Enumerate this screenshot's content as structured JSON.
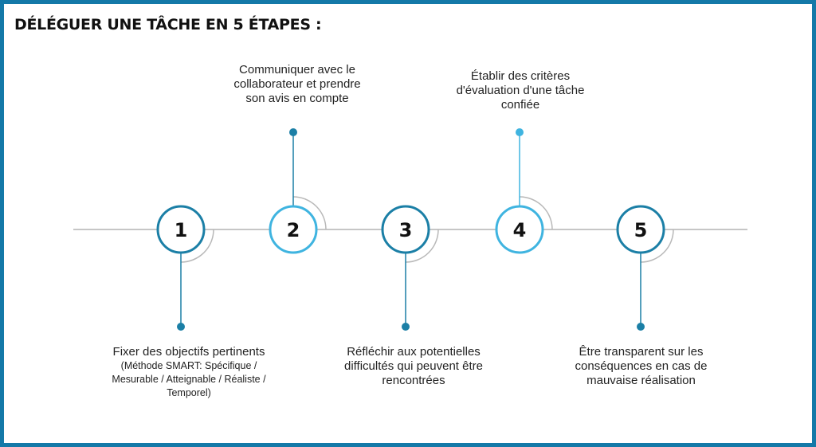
{
  "title": "DÉLÉGUER UNE TÂCHE EN 5 ÉTAPES :",
  "colors": {
    "frame": "#1479a8",
    "dark_blue": "#1b7fa6",
    "light_blue": "#3fb4e0",
    "timeline": "#b3b3b3",
    "arc": "#b8b8b8"
  },
  "steps": [
    {
      "number": "1",
      "text": "Fixer des objectifs pertinents",
      "subtext": "(Méthode SMART: Spécifique / Mesurable / Atteignable / Réaliste / Temporel)",
      "color": "dark_blue"
    },
    {
      "number": "2",
      "text": "Communiquer avec le collaborateur et prendre son avis en compte",
      "subtext": "",
      "color": "light_blue"
    },
    {
      "number": "3",
      "text": "Réfléchir aux potentielles difficultés qui peuvent être rencontrées",
      "subtext": "",
      "color": "dark_blue"
    },
    {
      "number": "4",
      "text": "Établir des critères d'évaluation d'une tâche confiée",
      "subtext": "",
      "color": "light_blue"
    },
    {
      "number": "5",
      "text": "Être transparent sur les conséquences en cas de mauvaise réalisation",
      "subtext": "",
      "color": "dark_blue"
    }
  ]
}
